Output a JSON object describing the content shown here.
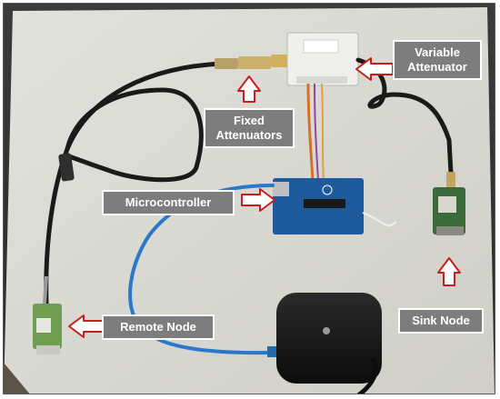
{
  "labels": {
    "fixed_attenuators": "Fixed Attenuators",
    "variable_attenuator": "Variable Attenuator",
    "microcontroller": "Microcontroller",
    "remote_node": "Remote Node",
    "sink_node": "Sink Node"
  },
  "colors": {
    "label_bg": "#7d7d7d",
    "arrow_red": "#c81e1e",
    "cable_black": "#1a1a1a",
    "usb_blue": "#2b77c9",
    "arduino_blue": "#1f5b9c"
  }
}
